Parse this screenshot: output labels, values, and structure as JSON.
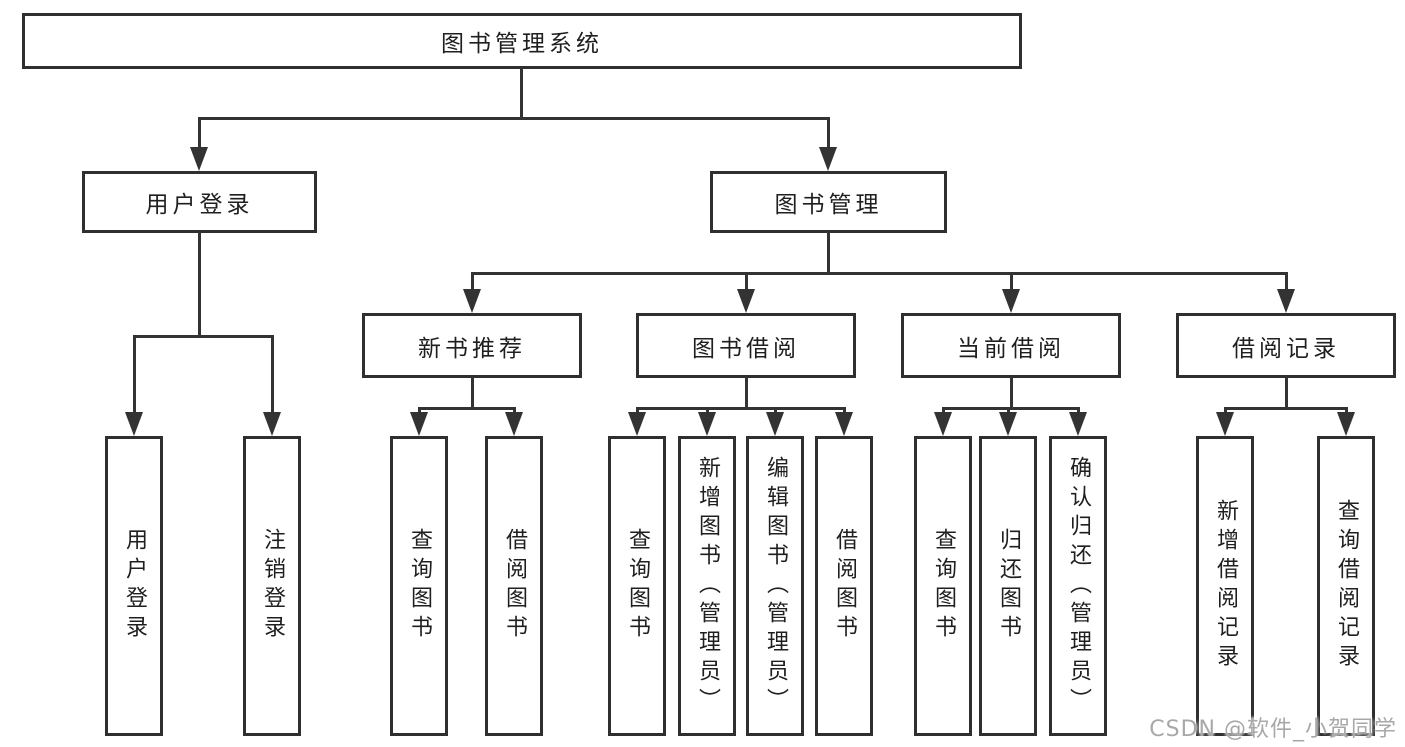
{
  "nodes": {
    "root": "图书管理系统",
    "l2": [
      "用户登录",
      "图书管理"
    ],
    "l3": [
      "新书推荐",
      "图书借阅",
      "当前借阅",
      "借阅记录"
    ],
    "l4": [
      "用户登录",
      "注销登录",
      "查询图书",
      "借阅图书",
      "查询图书",
      "新增图书（管理员）",
      "编辑图书（管理员）",
      "借阅图书",
      "查询图书",
      "归还图书",
      "确认归还（管理员）",
      "新增借阅记录",
      "查询借阅记录"
    ]
  },
  "hierarchy": {
    "图书管理系统": [
      "用户登录",
      "图书管理"
    ],
    "用户登录": [
      "用户登录",
      "注销登录"
    ],
    "图书管理": [
      "新书推荐",
      "图书借阅",
      "当前借阅",
      "借阅记录"
    ],
    "新书推荐": [
      "查询图书",
      "借阅图书"
    ],
    "图书借阅": [
      "查询图书",
      "新增图书（管理员）",
      "编辑图书（管理员）",
      "借阅图书"
    ],
    "当前借阅": [
      "查询图书",
      "归还图书",
      "确认归还（管理员）"
    ],
    "借阅记录": [
      "新增借阅记录",
      "查询借阅记录"
    ]
  },
  "watermark": "CSDN @软件_小贺同学",
  "colors": {
    "line": "#333333",
    "box_border": "#2f2f2f",
    "text": "#1f1f1f",
    "watermark": "#a8a8a8",
    "background": "#ffffff"
  }
}
